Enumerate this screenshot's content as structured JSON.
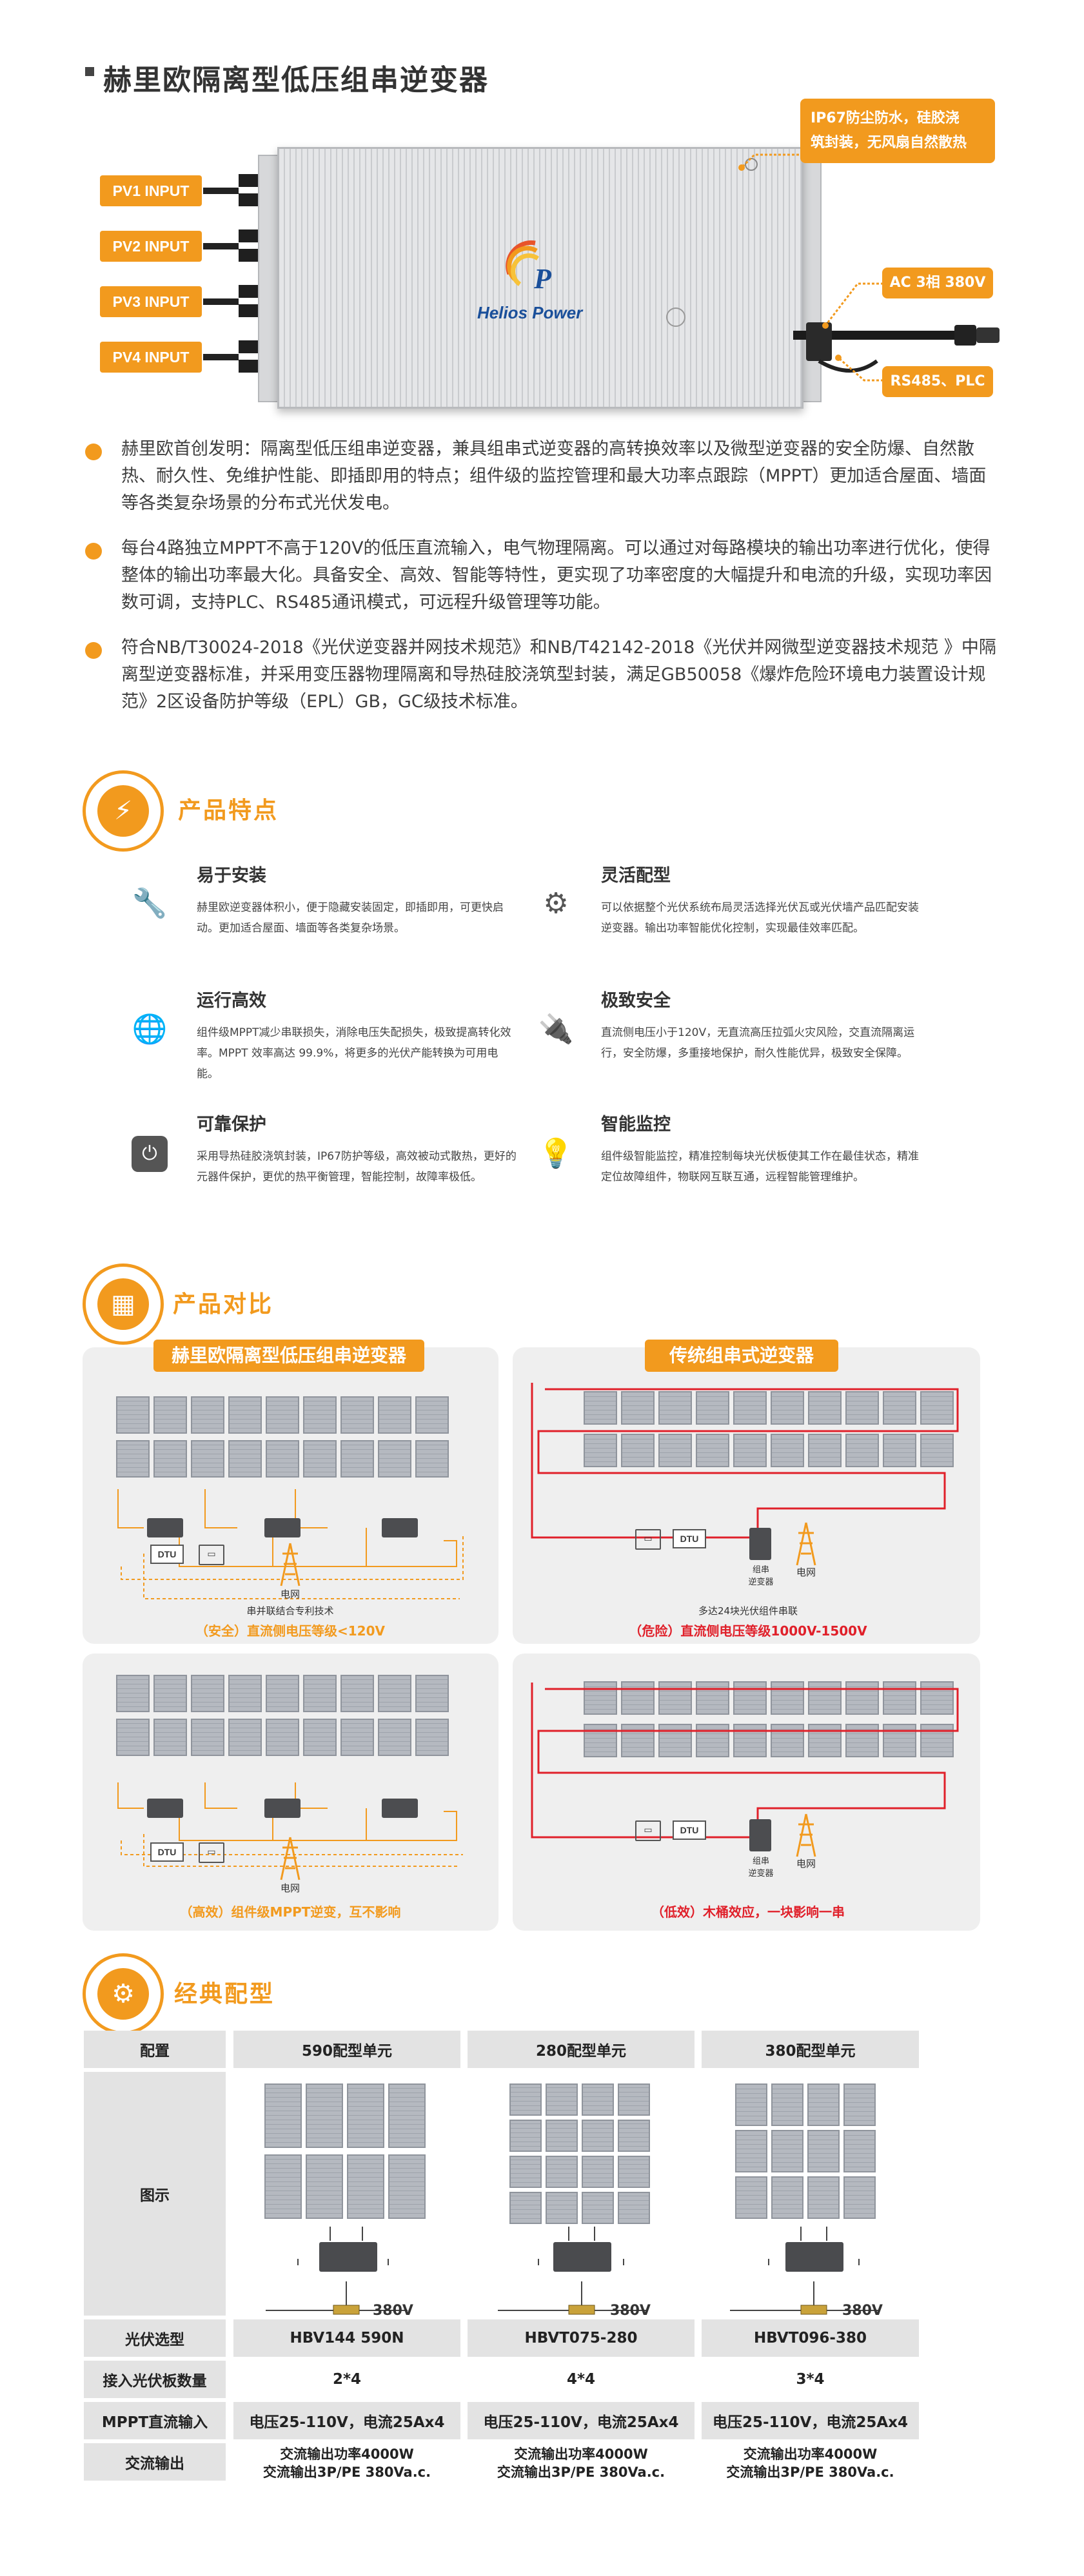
{
  "page": {
    "title": "赫里欧隔离型低压组串逆变器",
    "logo_text": "Helios Power"
  },
  "product_image": {
    "pv_inputs": [
      "PV1 INPUT",
      "PV2 INPUT",
      "PV3 INPUT",
      "PV4 INPUT"
    ],
    "callout_ip67": "IP67防尘防水，硅胶浇\n筑封装，无风扇自然散热",
    "callout_ac": "AC 3相 380V",
    "callout_rs485": "RS485、PLC"
  },
  "intro": {
    "paragraphs": [
      "赫里欧首创发明：隔离型低压组串逆变器，兼具组串式逆变器的高转换效率以及微型逆变器的安全防爆、自然散热、耐久性、免维护性能、即插即用的特点；组件级的监控管理和最大功率点跟踪（MPPT）更加适合屋面、墙面等各类复杂场景的分布式光伏发电。",
      "每台4路独立MPPT不高于120V的低压直流输入，电气物理隔离。可以通过对每路模块的输出功率进行优化，使得整体的输出功率最大化。具备安全、高效、智能等特性，更实现了功率密度的大幅提升和电流的升级，实现功率因数可调，支持PLC、RS485通讯模式，可远程升级管理等功能。",
      "符合NB/T30024-2018《光伏逆变器并网技术规范》和NB/T42142-2018《光伏并网微型逆变器技术规范 》中隔离型逆变器标准，并采用变压器物理隔离和导热硅胶浇筑型封装，满足GB50058《爆炸危险环境电力装置设计规范》2区设备防护等级（EPL）GB，GC级技术标准。"
    ]
  },
  "features": {
    "section_title": "产品特点",
    "items": [
      {
        "title": "易于安装",
        "text": "赫里欧逆变器体积小，便于隐藏安装固定，即插即用，可更快启动。更加适合屋面、墙面等各类复杂场景。",
        "icon": "wrench-hand-icon"
      },
      {
        "title": "灵活配型",
        "text": "可以依据整个光伏系统布局灵活选择光伏瓦或光伏墙产品匹配安装逆变器。输出功率智能优化控制，实现最佳效率匹配。",
        "icon": "gear-cycle-icon"
      },
      {
        "title": "运行高效",
        "text": "组件级MPPT减少串联损失，消除电压失配损失，极致提高转化效率。MPPT 效率高达 99.9%，将更多的光伏产能转换为可用电能。",
        "icon": "efficiency-globe-icon"
      },
      {
        "title": "极致安全",
        "text": "直流侧电压小于120V，无直流高压拉弧火灾风险，交直流隔离运行，安全防爆，多重接地保护，耐久性能优异，极致安全保障。",
        "icon": "safety-plug-icon"
      },
      {
        "title": "可靠保护",
        "text": "采用导热硅胶浇筑封装，IP67防护等级，高效被动式散热，更好的元器件保护，更优的热平衡管理，智能控制，故障率极低。",
        "icon": "protection-icon"
      },
      {
        "title": "智能监控",
        "text": "组件级智能监控，精准控制每块光伏板使其工作在最佳状态，精准定位故障组件，物联网互联互通，远程智能管理维护。",
        "icon": "bulb-monitor-icon"
      }
    ]
  },
  "comparison": {
    "section_title": "产品对比",
    "left_header": "赫里欧隔离型低压组串逆变器",
    "right_header": "传统组串式逆变器",
    "dtu_label": "DTU",
    "grid_label": "电网",
    "inverter_label": "组串\n逆变器",
    "top_left_note": "串并联结合专利技术",
    "top_left_caption": "（安全）直流侧电压等级<120V",
    "top_right_note": "多达24块光伏组件串联",
    "top_right_caption": "（危险）直流侧电压等级1000V-1500V",
    "bottom_left_caption": "（高效）组件级MPPT逆变，互不影响",
    "bottom_right_caption": "（低效）木桶效应，一块影响一串",
    "colors": {
      "accent": "#f29a1e",
      "danger": "#e0202a"
    }
  },
  "configs": {
    "section_title": "经典配型",
    "row_labels": [
      "配置",
      "图示",
      "光伏选型",
      "接入光伏板数量",
      "MPPT直流输入",
      "交流输出"
    ],
    "voltage_label": "380V",
    "columns": [
      {
        "header": "590配型单元",
        "model": "HBV144 590N",
        "count": "2*4",
        "mppt": "电压25-110V，电流25Ax4",
        "ac_line1": "交流输出功率4000W",
        "ac_line2": "交流输出3P/PE 380Va.c."
      },
      {
        "header": "280配型单元",
        "model": "HBVT075-280",
        "count": "4*4",
        "mppt": "电压25-110V，电流25Ax4",
        "ac_line1": "交流输出功率4000W",
        "ac_line2": "交流输出3P/PE 380Va.c."
      },
      {
        "header": "380配型单元",
        "model": "HBVT096-380",
        "count": "3*4",
        "mppt": "电压25-110V，电流25Ax4",
        "ac_line1": "交流输出功率4000W",
        "ac_line2": "交流输出3P/PE 380Va.c."
      }
    ]
  }
}
